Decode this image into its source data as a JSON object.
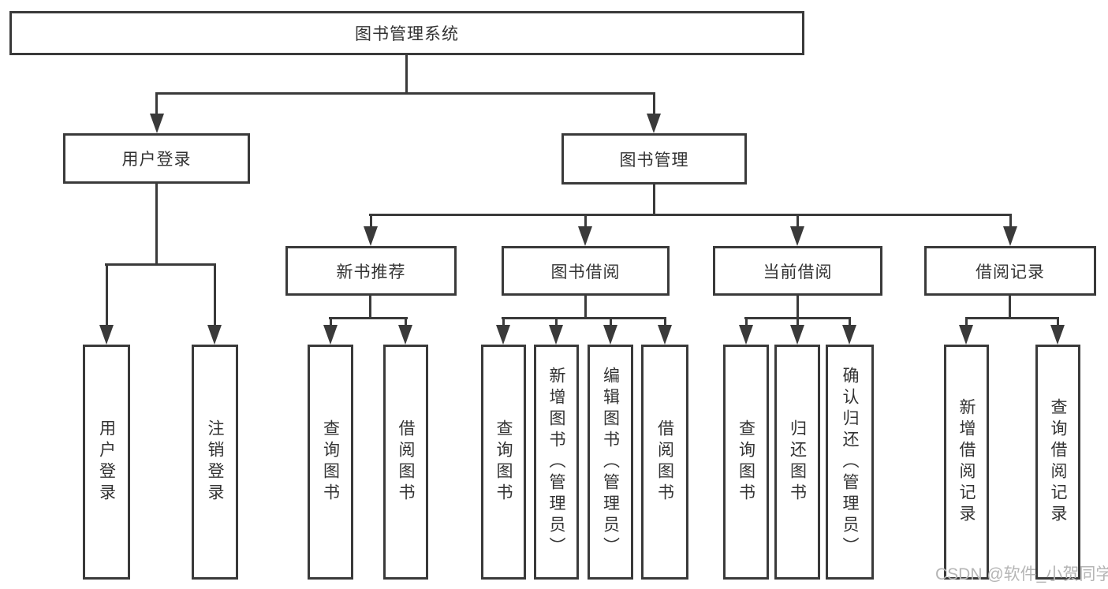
{
  "diagram": {
    "title_node": "图书管理系统",
    "root": {
      "label": "图书管理系统"
    },
    "level2": [
      {
        "label": "用户登录",
        "children": [
          {
            "label": "用户登录"
          },
          {
            "label": "注销登录"
          }
        ]
      },
      {
        "label": "图书管理",
        "children": [
          {
            "label": "新书推荐",
            "children": [
              {
                "label": "查询图书"
              },
              {
                "label": "借阅图书"
              }
            ]
          },
          {
            "label": "图书借阅",
            "children": [
              {
                "label": "查询图书"
              },
              {
                "label": "新增图书（管理员）"
              },
              {
                "label": "编辑图书（管理员）"
              },
              {
                "label": "借阅图书"
              }
            ]
          },
          {
            "label": "当前借阅",
            "children": [
              {
                "label": "查询图书"
              },
              {
                "label": "归还图书"
              },
              {
                "label": "确认归还（管理员）"
              }
            ]
          },
          {
            "label": "借阅记录",
            "children": [
              {
                "label": "新增借阅记录"
              },
              {
                "label": "查询借阅记录"
              }
            ]
          }
        ]
      }
    ]
  },
  "watermark": {
    "text": "CSDN @软件_小贺同学"
  },
  "colors": {
    "line": "#3a3a3a",
    "text": "#333333",
    "watermark": "#b5b5b5",
    "background": "#ffffff"
  }
}
